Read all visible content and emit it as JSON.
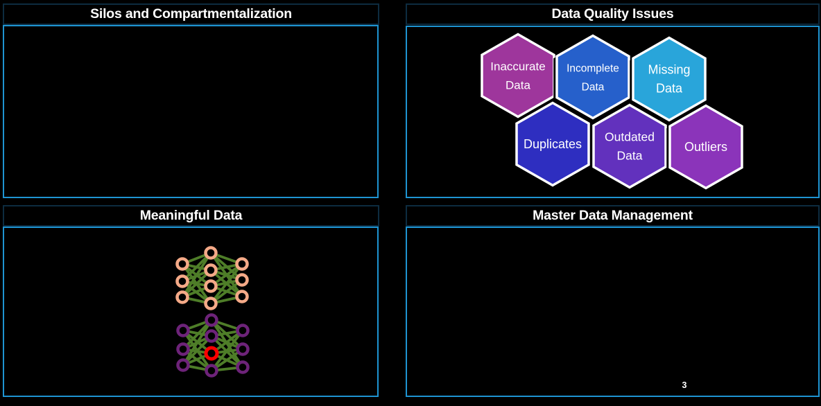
{
  "slide": {
    "background_color": "#000000",
    "title_border_color": "#0d2c40",
    "content_border_color": "#1e94d2",
    "page_number": "3"
  },
  "panels": {
    "silos": {
      "title": "Silos and Compartmentalization"
    },
    "data_quality": {
      "title": "Data Quality Issues",
      "hexagons": [
        {
          "label": "Inaccurate Data",
          "color": "#9e369c"
        },
        {
          "label": "Incomplete Data",
          "color": "#2660cb"
        },
        {
          "label": "Missing Data",
          "color": "#29a5da"
        },
        {
          "label": "Duplicates",
          "color": "#2e2ec0"
        },
        {
          "label": "Outdated Data",
          "color": "#6231bd"
        },
        {
          "label": "Outliers",
          "color": "#8b34ba"
        }
      ],
      "hexagon_border_color": "#ffffff"
    },
    "meaningful": {
      "title": "Meaningful Data",
      "networks": [
        {
          "name": "clean-neural-network",
          "layers": [
            3,
            4,
            3
          ],
          "node_color": "#f4a987",
          "edge_color": "#4e7d28",
          "highlight_node": null
        },
        {
          "name": "anomaly-neural-network",
          "layers": [
            3,
            4,
            3
          ],
          "node_color": "#6d2379",
          "edge_color": "#4e7d28",
          "highlight_node": {
            "layer": 1,
            "index": 2,
            "color": "#ff0000"
          }
        }
      ]
    },
    "mdm": {
      "title": "Master Data Management"
    }
  }
}
